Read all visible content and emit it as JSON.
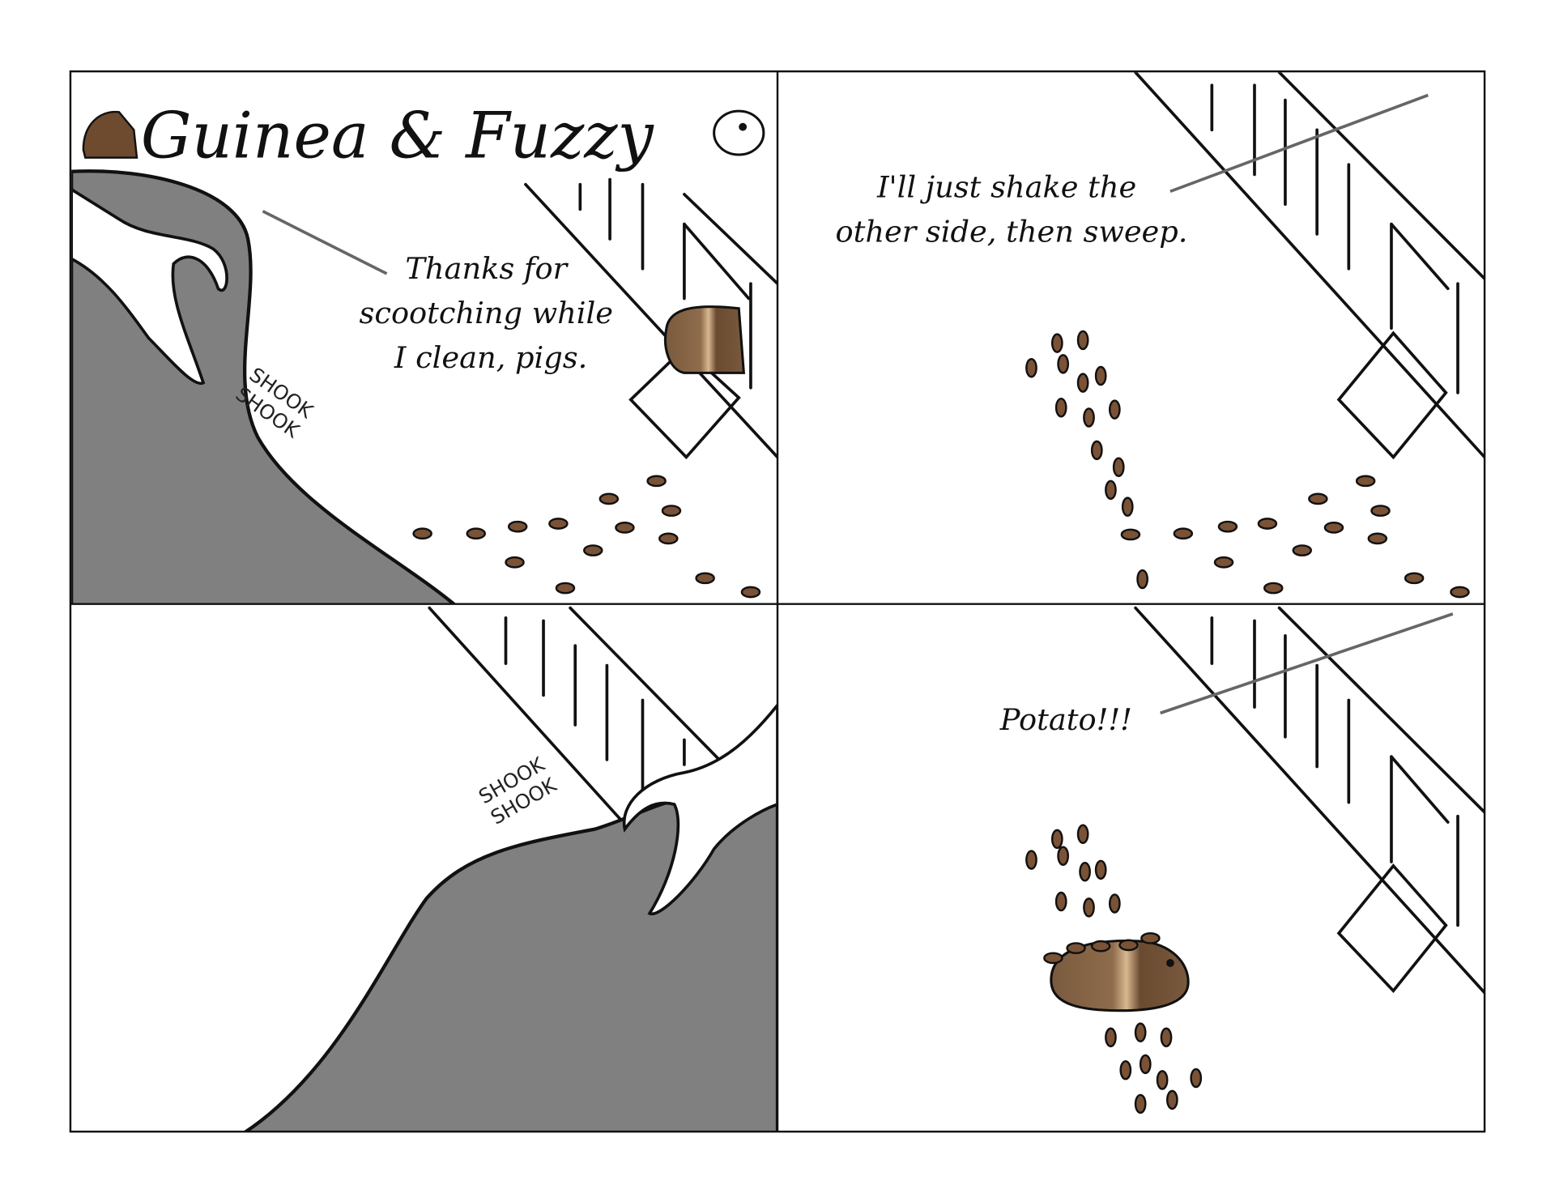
{
  "comic": {
    "title": "Guinea & Fuzzy",
    "panels": [
      {
        "speech": [
          "Thanks for",
          "scootching while",
          "I clean, pigs."
        ],
        "sfx": [
          "SHOOK",
          "SHOOK"
        ]
      },
      {
        "speech": [
          "I'll just shake the",
          "other side, then sweep."
        ]
      },
      {
        "sfx": [
          "SHOOK",
          "SHOOK"
        ]
      },
      {
        "speech": [
          "Potato!!!"
        ]
      }
    ]
  },
  "colors": {
    "blanket": "#808080",
    "pellet": "#7a5236",
    "pig": "#8a6a4a"
  }
}
